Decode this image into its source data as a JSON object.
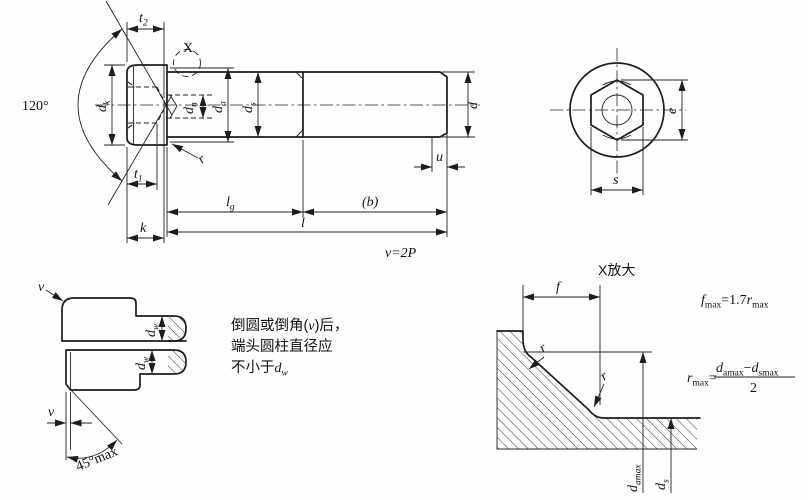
{
  "labels": {
    "angle120": "120°",
    "t2b": "t",
    "t2s": "2",
    "t1b": "t",
    "t1s": "1",
    "x": "X",
    "xmag": "X放大",
    "dkb": "d",
    "dks": "k",
    "dnb": "d",
    "dns": "n",
    "dab": "d",
    "das": "a",
    "dsb": "d",
    "dss": "s",
    "d": "d",
    "u": "u",
    "lgb": "l",
    "lgs": "g",
    "b": "(b)",
    "l": "l",
    "k": "k",
    "r": "r",
    "e": "e",
    "s": "s",
    "v": "v",
    "angle45": "45°max",
    "dwb": "d",
    "dws": "w",
    "f": "f",
    "damaxb": "d",
    "damaxs": "amax",
    "ds2b": "d",
    "ds2s": "s",
    "v2p": "v=2P"
  },
  "note": {
    "l1a": "倒圆或倒角(",
    "l1v": "v",
    "l1b": ")后，",
    "l2": "端头圆柱直径应",
    "l3a": "不小于",
    "l3d": "d",
    "l3s": "w"
  },
  "formulas": {
    "f_lhs": "f",
    "f_lhssub": "max",
    "f_mid": "=1.7",
    "f_rhs": "r",
    "f_rhssub": "max",
    "r_lhs": "r",
    "r_lhssub": "max",
    "r_eq": "=",
    "num1": "d",
    "num1sub": "amax",
    "minus": "−",
    "num2": "d",
    "num2sub": "smax",
    "den": "2"
  }
}
